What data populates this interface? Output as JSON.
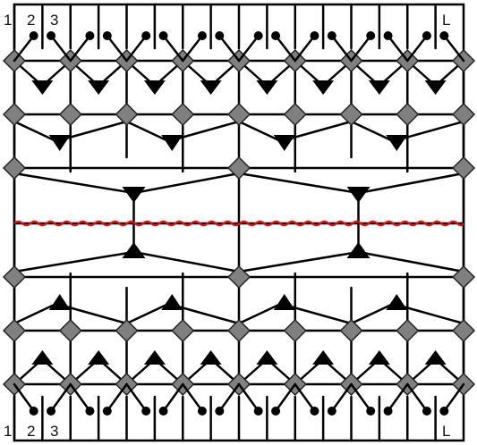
{
  "diagram": {
    "top_labels": [
      "1",
      "2",
      "3",
      "L"
    ],
    "bottom_labels": [
      "1",
      "2",
      "3",
      "L"
    ],
    "colors": {
      "line": "#000000",
      "node_fill": "#808080",
      "node_stroke": "#222222",
      "triangle_fill": "#000000",
      "wave": "#e01010"
    }
  }
}
